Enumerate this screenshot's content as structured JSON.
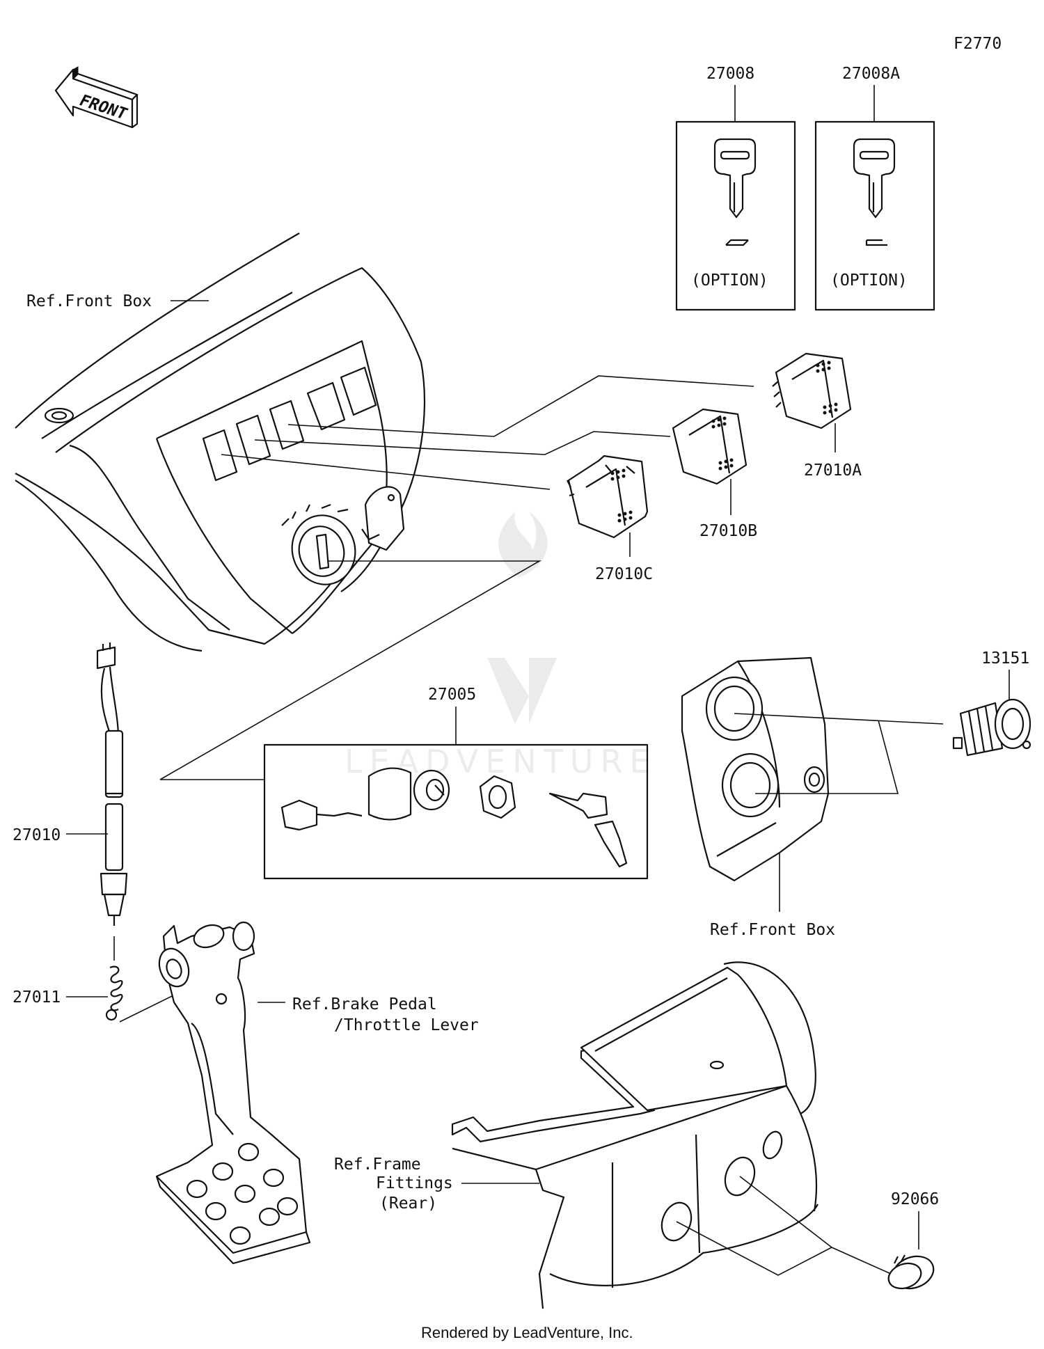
{
  "figure_id": "F2770",
  "front_label": "FRONT",
  "parts": {
    "p27008": "27008",
    "p27008a": "27008A",
    "p27010a": "27010A",
    "p27010b": "27010B",
    "p27010c": "27010C",
    "p27005": "27005",
    "p13151": "13151",
    "p27010": "27010",
    "p27011": "27011",
    "p92066": "92066"
  },
  "option_labels": [
    "(OPTION)",
    "(OPTION)"
  ],
  "refs": {
    "front_box_top": "Ref.Front Box",
    "front_box_right": "Ref.Front Box",
    "brake_line1": "Ref.Brake Pedal",
    "brake_line2": "/Throttle Lever",
    "frame_line1": "Ref.Frame",
    "frame_line2": "Fittings",
    "frame_line3": "(Rear)"
  },
  "watermark": "LEADVENTURE",
  "footer": "Rendered by LeadVenture, Inc."
}
